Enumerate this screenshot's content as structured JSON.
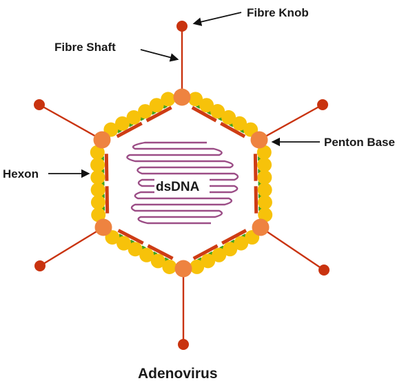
{
  "labels": {
    "fibre_knob": "Fibre Knob",
    "fibre_shaft": "Fibre Shaft",
    "penton_base": "Penton Base",
    "hexon": "Hexon",
    "dsdna": "dsDNA",
    "title": "Adenovirus"
  },
  "colors": {
    "fibre": "#c9330f",
    "knob": "#c9330f",
    "penton": "#ee8340",
    "hexon_bead": "#f7c20a",
    "connector": "#41a31f",
    "capsid_inner": "#ce3c14",
    "dna": "#9b4d86",
    "arrow": "#111111"
  }
}
